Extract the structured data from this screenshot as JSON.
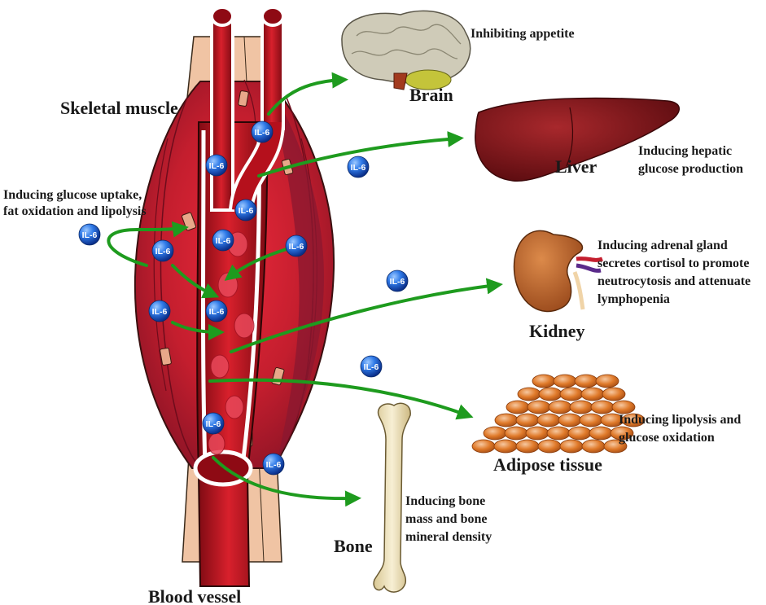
{
  "labels": {
    "skeletal_muscle": "Skeletal muscle",
    "blood_vessel": "Blood vessel",
    "brain": "Brain",
    "liver": "Liver",
    "kidney": "Kidney",
    "adipose": "Adipose tissue",
    "bone": "Bone"
  },
  "effects": {
    "muscle": [
      "Inducing glucose uptake,",
      "fat oxidation and lipolysis"
    ],
    "brain": [
      "Inhibiting appetite"
    ],
    "liver": [
      "Inducing hepatic",
      "glucose production"
    ],
    "kidney": [
      "Inducing adrenal gland",
      "secretes cortisol to promote",
      "neutrocytosis and attenuate",
      "lymphopenia"
    ],
    "adipose": [
      "Inducing lipolysis and",
      "glucose oxidation"
    ],
    "bone": [
      "Inducing bone",
      "mass and bone",
      "mineral density"
    ]
  },
  "molecule_label": "IL-6",
  "molecule_count": 14,
  "colors": {
    "muscle": "#c41e2e",
    "muscle_dark": "#7a1024",
    "vessel": "#b5101c",
    "arrow": "#1e9b1e",
    "molecule": "#1b5fd6",
    "liver": "#7a1418",
    "kidney": "#b8642a",
    "adipose": "#e07a2a",
    "bone": "#efe3bc",
    "brain": "#cfcbb8",
    "tendon": "#f0c4a4"
  }
}
